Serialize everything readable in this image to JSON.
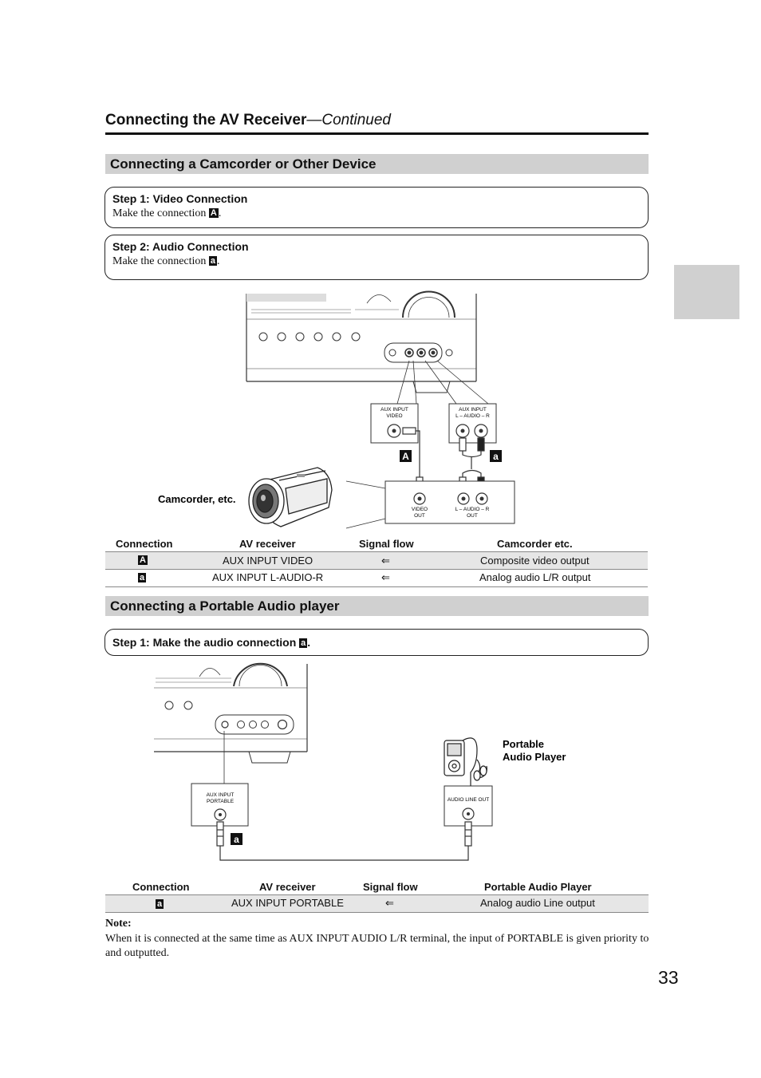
{
  "header": {
    "title": "Connecting the AV Receiver",
    "continued": "—Continued"
  },
  "section1": {
    "title": "Connecting a Camcorder or Other Device",
    "step1": {
      "title": "Step 1: Video Connection",
      "text_before": "Make the connection ",
      "badge": "A",
      "text_after": "."
    },
    "step2": {
      "title": "Step 2: Audio Connection",
      "text_before": "Make the connection ",
      "badge": "a",
      "text_after": "."
    },
    "diagram": {
      "aux_input_video": "AUX INPUT",
      "aux_input_video2": "VIDEO",
      "aux_input_audio": "AUX INPUT",
      "aux_input_audio2": "L – AUDIO – R",
      "badge_A": "A",
      "badge_a": "a",
      "camcorder_label": "Camcorder, etc.",
      "video_out": "VIDEO",
      "video_out2": "OUT",
      "audio_out": "L – AUDIO – R",
      "audio_out2": "OUT"
    },
    "table": {
      "headers": [
        "Connection",
        "AV receiver",
        "Signal flow",
        "Camcorder etc."
      ],
      "rows": [
        {
          "badge": "A",
          "receiver": "AUX INPUT VIDEO",
          "flow": "⇐",
          "device": "Composite video output"
        },
        {
          "badge": "a",
          "receiver": "AUX INPUT L-AUDIO-R",
          "flow": "⇐",
          "device": "Analog audio L/R output"
        }
      ]
    }
  },
  "section2": {
    "title": "Connecting a Portable Audio player",
    "step1": {
      "title_before": "Step 1: Make the audio connection ",
      "badge": "a",
      "title_after": "."
    },
    "diagram": {
      "aux_portable": "AUX INPUT",
      "aux_portable2": "PORTABLE",
      "audio_line_out": "AUDIO LINE OUT",
      "player_label": "Portable",
      "player_label2": "Audio Player",
      "badge_a": "a"
    },
    "table": {
      "headers": [
        "Connection",
        "AV receiver",
        "Signal flow",
        "Portable Audio Player"
      ],
      "rows": [
        {
          "badge": "a",
          "receiver": "AUX INPUT PORTABLE",
          "flow": "⇐",
          "device": "Analog audio Line output"
        }
      ]
    }
  },
  "note": {
    "title": "Note:",
    "text": "When it is connected at the same time as AUX INPUT AUDIO L/R terminal, the input of PORTABLE is given priority to and outputted."
  },
  "page_number": "33"
}
